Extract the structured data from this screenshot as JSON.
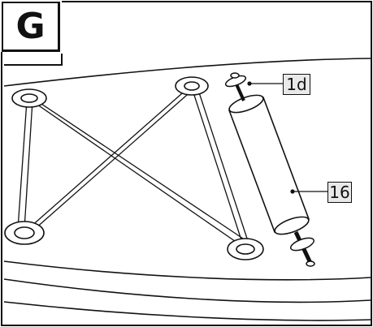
{
  "step_letter": "G",
  "callouts": {
    "part_1d": "1d",
    "part_16": "16"
  }
}
